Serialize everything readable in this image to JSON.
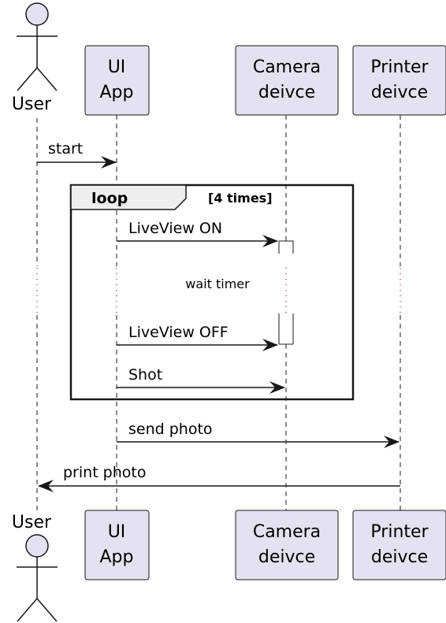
{
  "participants": {
    "user": "User",
    "ui_app": [
      "UI",
      "App"
    ],
    "camera": [
      "Camera",
      "deivce"
    ],
    "printer": [
      "Printer",
      "deivce"
    ]
  },
  "messages": {
    "start": "start",
    "liveview_on": "LiveView ON",
    "wait_timer": "wait timer",
    "liveview_off": "LiveView OFF",
    "shot": "Shot",
    "send_photo": "send photo",
    "print_photo": "print photo"
  },
  "loop": {
    "keyword": "loop",
    "condition": "[4 times]"
  },
  "colors": {
    "participant_fill": "#E2E2F0",
    "participant_border": "#181818",
    "lifeline": "#181818",
    "arrow": "#181818",
    "loop_header_fill": "#EEEEEE"
  }
}
